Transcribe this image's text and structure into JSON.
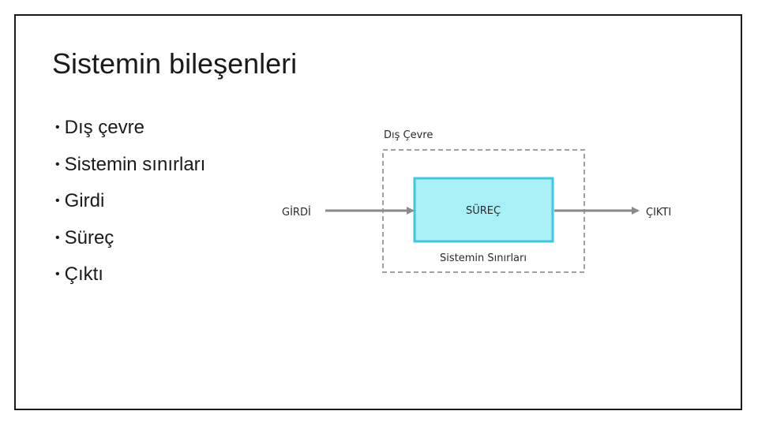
{
  "slide": {
    "title": "Sistemin bileşenleri",
    "bullets": [
      "Dış çevre",
      "Sistemin sınırları",
      "Girdi",
      "Süreç",
      "Çıktı"
    ]
  },
  "diagram": {
    "environment_label": "Dış Çevre",
    "process_label": "SÜREÇ",
    "boundary_label": "Sistemin Sınırları",
    "input_label": "GİRDİ",
    "output_label": "ÇIKTI",
    "colors": {
      "process_fill": "#a8f0f5",
      "process_stroke": "#3cc8e0",
      "arrow": "#8a8a8a",
      "boundary_dash": "#a0a0a0"
    }
  }
}
